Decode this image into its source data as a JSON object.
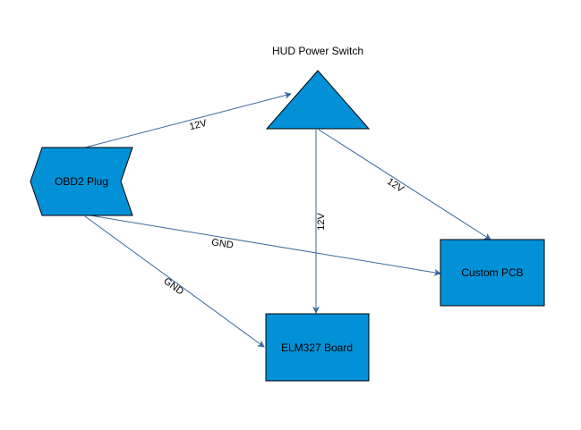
{
  "colors": {
    "node_fill": "#0291d6",
    "node_stroke": "#000000",
    "edge": "#3b6aa0"
  },
  "nodes": {
    "obd2": {
      "label": "OBD2 Plug"
    },
    "switch": {
      "label": "HUD Power Switch"
    },
    "pcb": {
      "label": "Custom PCB"
    },
    "elm": {
      "label": "ELM327 Board"
    }
  },
  "edges": {
    "obd2_switch": {
      "label": "12V"
    },
    "switch_pcb": {
      "label": "12V"
    },
    "switch_elm": {
      "label": "12V"
    },
    "obd2_pcb": {
      "label": "GND"
    },
    "obd2_elm": {
      "label": "GND"
    }
  }
}
